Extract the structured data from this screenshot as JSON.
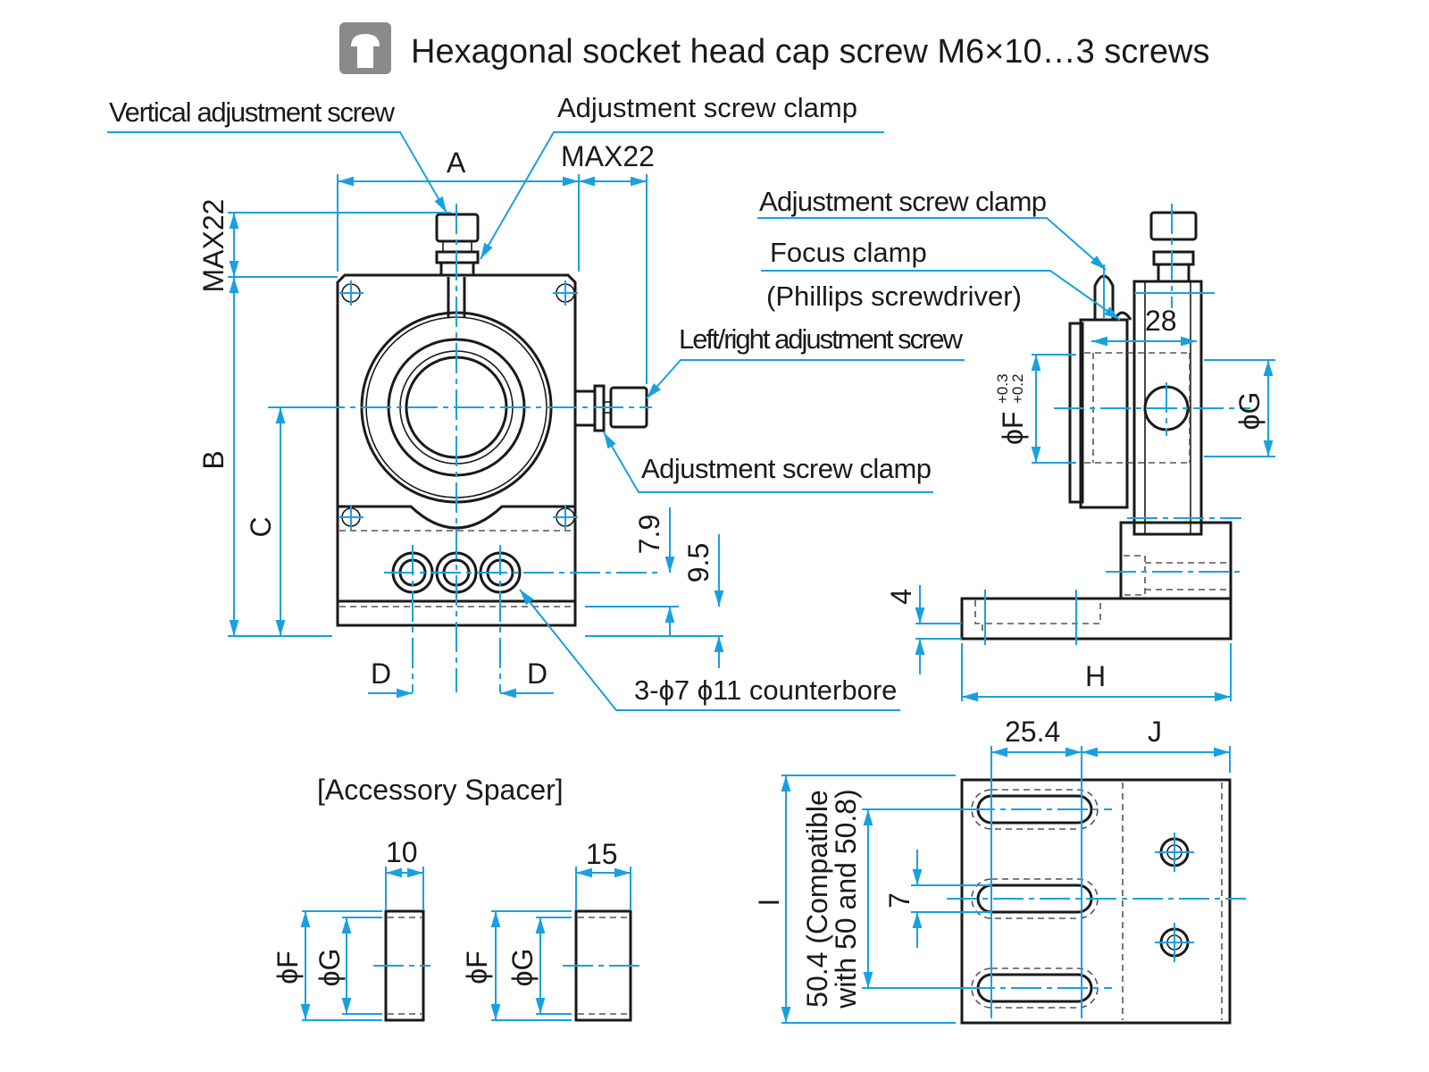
{
  "header": {
    "icon": "hex-socket-screw-icon",
    "title": "Hexagonal socket head cap screw M6×10…3 screws"
  },
  "callouts": {
    "vertical_adjustment_screw": "Vertical adjustment screw",
    "adjustment_screw_clamp_top": "Adjustment screw clamp",
    "adjustment_screw_clamp_side": "Adjustment screw clamp",
    "adjustment_screw_clamp_right": "Adjustment screw clamp",
    "focus_clamp": "Focus clamp",
    "focus_clamp_note": "(Phillips screwdriver)",
    "left_right_adjustment_screw": "Left/right adjustment screw",
    "counterbore": "3-ϕ7 ϕ11 counterbore"
  },
  "dimensions": {
    "A": "A",
    "B": "B",
    "C": "C",
    "D_left": "D",
    "D_right": "D",
    "max22_top": "MAX22",
    "max22_side": "MAX22",
    "d7_9": "7.9",
    "d9_5": "9.5",
    "d28": "28",
    "phiF_tol": "ϕF",
    "phiF_tol_upper": "+0.3",
    "phiF_tol_lower": "+0.2",
    "phiG_side": "ϕG",
    "d4": "4",
    "H": "H",
    "d25_4": "25.4",
    "J": "J",
    "I": "I",
    "d50_4_line1": "50.4 (Compatible",
    "d50_4_line2": "with 50 and 50.8)",
    "d7": "7"
  },
  "spacer": {
    "title": "[Accessory Spacer]",
    "items": [
      {
        "width": "10",
        "phiF": "ϕF",
        "phiG": "ϕG"
      },
      {
        "width": "15",
        "phiF": "ϕF",
        "phiG": "ϕG"
      }
    ]
  }
}
